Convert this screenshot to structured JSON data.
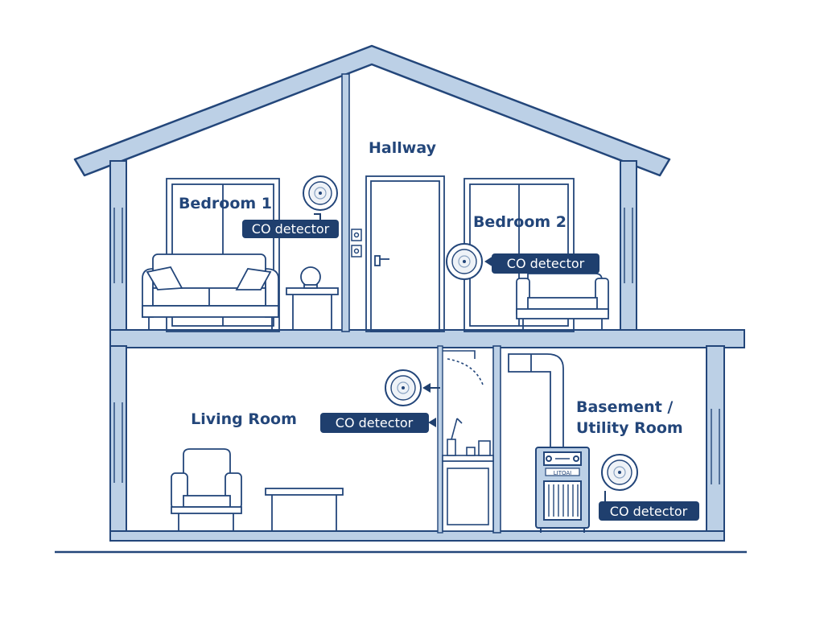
{
  "rooms": {
    "hallway": "Hallway",
    "bedroom1": "Bedroom 1",
    "bedroom2": "Bedroom 2",
    "living": "Living Room",
    "basement_line1": "Basement /",
    "basement_line2": "Utility Room"
  },
  "detector_label": "CO detector",
  "detectors": [
    {
      "room": "Bedroom 1",
      "label": "CO detector"
    },
    {
      "room": "Bedroom 2",
      "label": "CO detector"
    },
    {
      "room": "Living Room",
      "label": "CO detector"
    },
    {
      "room": "Basement / Utility Room",
      "label": "CO detector"
    }
  ],
  "appliance_badge": "LITOAI",
  "colors": {
    "wall_fill": "#bcd0e6",
    "outline": "#23467a",
    "tag_bg": "#1f3f6e",
    "room_bg": "#ffffff"
  }
}
